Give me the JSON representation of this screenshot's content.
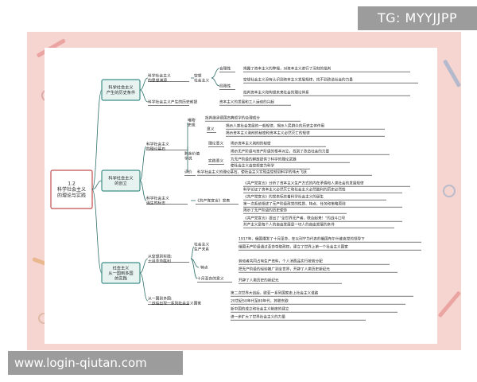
{
  "watermark_top": "TG: MYYJJPP",
  "watermark_bottom": "www.login-qiutan.com",
  "colors": {
    "frame": "#f6d5d0",
    "panel": "#ffffff",
    "root_border": "#c44d4d",
    "branch_border": "#3f8f8a",
    "branch_fill": "#e6f3f1",
    "line": "#2f6f6a",
    "text": "#222222",
    "underline": "#2a2a2a"
  },
  "diagram": {
    "root": {
      "lines": [
        "1.2",
        "科学社会主义",
        "的理论与实践"
      ]
    },
    "branches": [
      {
        "lines": [
          "科学社会主义",
          "产生的历史条件"
        ]
      },
      {
        "lines": [
          "科学社会主义",
          "的创立"
        ]
      },
      {
        "lines": [
          "社会主义",
          "从一国到多国",
          "的实践"
        ]
      }
    ],
    "sub": [
      {
        "lines": [
          "科学社会主义",
          "的思想渊源"
        ]
      },
      {
        "lines": [
          "科学社会主义产生的历史前提"
        ]
      },
      {
        "lines": [
          "科学社会主义",
          "的理论基石"
        ]
      },
      {
        "lines": [
          "科学社会主义",
          "诞生的标志"
        ]
      },
      {
        "lines": [
          "从空想到实践:",
          "十月革命胜利"
        ]
      },
      {
        "lines": [
          "从一国到多国:",
          "二战后出现一系列社会主义国家"
        ]
      }
    ],
    "nodes": {
      "kongxiang": "空想社会主义",
      "helixing": "合理性",
      "juxianxing": "局限性",
      "weiwu": "唯物史观",
      "yiyi": "意义",
      "shengyu": "剩余价值学说",
      "lilunyiyi": "理论意义",
      "shijianyiyi": "实践意义",
      "pingjia": "评价",
      "xuanyan": "《共产党宣言》发表",
      "shehuizhuyi": "社会主义生产关系",
      "tedian": "特点",
      "shiyue": "十月革命的意义"
    },
    "leaves": {
      "l1": "揭露了资本主义的弊端，对资本主义进行了深刻的批判",
      "l2": "空想社会主义没有认识到资本主义发展规律，找不到改造社会的力量",
      "l3": "批判资本主义和构想未来社会的理论体系",
      "l4": "资本主义的发展和工人运动的兴起",
      "l5": "批判继承德国古典哲学的合理成分",
      "l6": "揭示人类社会发展的一般规律，揭示人民群众的历史主体作用",
      "l7": "揭示资本主义剥削的秘密和资本主义必然灭亡的规律",
      "l8": "揭示资本主义剥削的秘密",
      "l9": "揭示无产阶级与资产阶级的根本对立，找到了改造社会的力量",
      "l10": "为无产阶级的解放提供了科学的理论武器",
      "l11": "使社会主义由空想变为科学",
      "l12": "科学社会主义的理论基石，使社会主义实现由空想到科学的伟大飞跃",
      "l13": "《共产党宣言》分析了资本主义生产方式的内在矛盾和人类社会的发展规律",
      "l14": "科学论证了资本主义必然灭亡和社会主义必然胜利的历史必然性",
      "l15": "《共产党宣言》的发表标志着科学社会主义的诞生",
      "l16": "第一次系统阐述了无产阶级政党的性质、特点、任务和策略原则",
      "l17": "揭示了无产阶级的历史使命",
      "l18": "《共产党宣言》提出了\"全世界无产者，联合起来！\"的战斗口号",
      "l19": "共产主义是每个人的自由发展是一切人的自由发展的条件",
      "l20": "1917年，俄国爆发了十月革命，在以列宁为代表的俄国布尔什维克党的领导下",
      "l21": "俄国无产阶级通过革命夺取政权，建立了世界上第一个社会主义国家",
      "l22": "劳动者共同占有生产资料，个人消费品实行按劳分配",
      "l23": "把无产阶级的经验推广到全世界，开辟了人类历史新纪元",
      "l24": "开辟了人类历史的新纪元",
      "l25": "第二次世界大战后，欧亚一系列国家走上社会主义道路",
      "l26": "20世纪50年代至80年代，苏联东欧",
      "l27": "新中国的成立和社会主义制度的建立",
      "l28": "进一步扩大了世界社会主义的力量"
    }
  }
}
